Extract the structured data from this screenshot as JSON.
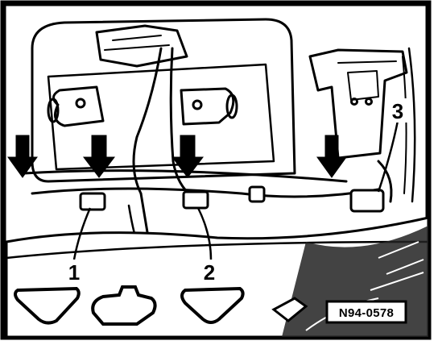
{
  "figure": {
    "callouts": [
      {
        "label": "1",
        "part": "connector-left"
      },
      {
        "label": "2",
        "part": "connector-middle"
      },
      {
        "label": "3",
        "part": "connector-right"
      }
    ],
    "reference_code": "N94-0578"
  },
  "colors": {
    "ink": "#000000",
    "paper": "#ffffff"
  }
}
